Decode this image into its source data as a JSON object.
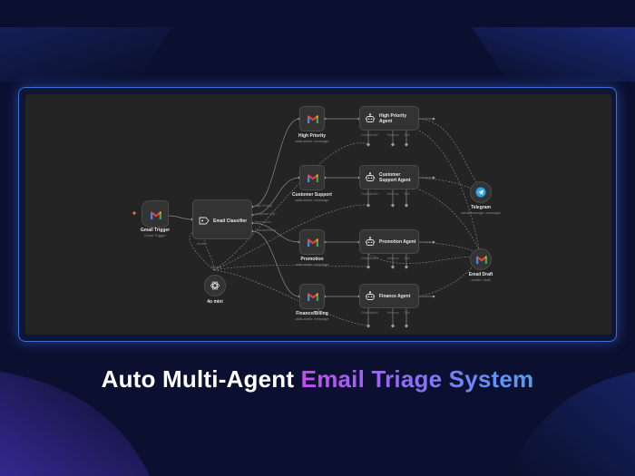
{
  "title": {
    "part1": "Auto Multi-Agent",
    "part2": "Email Triage System"
  },
  "trigger": {
    "label": "Gmail Trigger",
    "sub": "Email Trigger",
    "icon": "gmail-icon"
  },
  "classifier": {
    "label": "Email Classifier",
    "outputs": [
      "High Priority",
      "Customer Sup...",
      "Promotions",
      "Finance/Billing"
    ],
    "model_port": "Model*",
    "icon": "classifier-icon"
  },
  "model": {
    "label": "4o mini",
    "port": "Model",
    "icon": "openai-icon"
  },
  "labels": [
    {
      "name": "High Priority",
      "sub": "addLabels: message"
    },
    {
      "name": "Customer Support",
      "sub": "addLabels: message"
    },
    {
      "name": "Promotion",
      "sub": "addLabels: message"
    },
    {
      "name": "Finance/Billing",
      "sub": "addLabels: message"
    }
  ],
  "agents": [
    {
      "name": "High Priority Agent",
      "ports": [
        "Chat Model*",
        "Memory",
        "Tool"
      ]
    },
    {
      "name": "Customer Support Agent",
      "ports": [
        "Chat Model*",
        "Memory",
        "Tool"
      ]
    },
    {
      "name": "Promotion Agent",
      "ports": [
        "Chat Model*",
        "Memory",
        "Tool"
      ]
    },
    {
      "name": "Finance Agent",
      "ports": [
        "Chat Model*",
        "Memory",
        "Tool"
      ]
    }
  ],
  "telegram": {
    "label": "Telegram",
    "sub": "sendMessage: message",
    "icon": "telegram-icon"
  },
  "draft": {
    "label": "Email Draft",
    "sub": "create: draft",
    "icon": "gmail-icon"
  },
  "colors": {
    "background": "#0a0f28",
    "canvas": "#242424",
    "frame_border": "#3a6fd8",
    "title_gradient_start": "#c04ff0",
    "title_gradient_end": "#4fa0f7",
    "trigger_marker": "#ff6d2d",
    "telegram": "#2aa3e8"
  }
}
